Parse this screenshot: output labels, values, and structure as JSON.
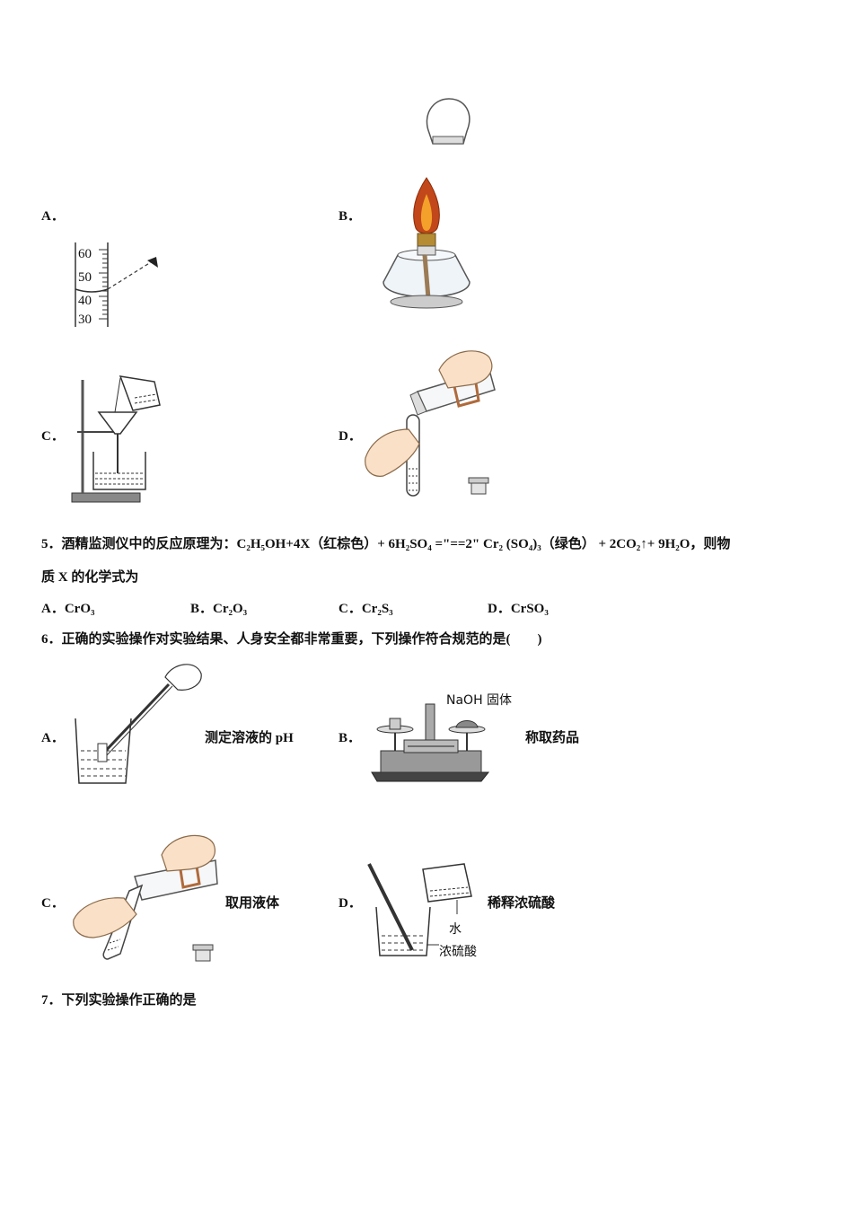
{
  "q4_figures": {
    "A": {
      "label": "A．",
      "scale": [
        "60",
        "50",
        "40",
        "30"
      ]
    },
    "B": {
      "label": "B．"
    },
    "C": {
      "label": "C．"
    },
    "D": {
      "label": "D．"
    }
  },
  "q5": {
    "number": "5．",
    "line1": "酒精监测仪中的反应原理为：C₂H₅OH+4X（红棕色）+ 6H₂SO₄ =\"==2\" Cr₂ (SO₄)₃（绿色）  + 2CO₂↑+ 9H₂O，则物",
    "line2": "质 X 的化学式为",
    "options": [
      {
        "label": "A．",
        "text": "CrO₃"
      },
      {
        "label": "B．",
        "text": "Cr₂O₃"
      },
      {
        "label": "C．",
        "text": "Cr₂S₃"
      },
      {
        "label": "D．",
        "text": "CrSO₃"
      }
    ]
  },
  "q6": {
    "number": "6．",
    "text": "正确的实验操作对实验结果、人身安全都非常重要，下列操作符合规范的是(　　)",
    "options": [
      {
        "label": "A．",
        "caption": "测定溶液的 pH"
      },
      {
        "label": "B．",
        "caption": "称取药品",
        "fig_label": "NaOH 固体"
      },
      {
        "label": "C．",
        "caption": "取用液体"
      },
      {
        "label": "D．",
        "caption": "稀释浓硫酸",
        "fig_labels": [
          "水",
          "浓硫酸"
        ]
      }
    ]
  },
  "q7": {
    "number": "7．",
    "text": "下列实验操作正确的是"
  }
}
